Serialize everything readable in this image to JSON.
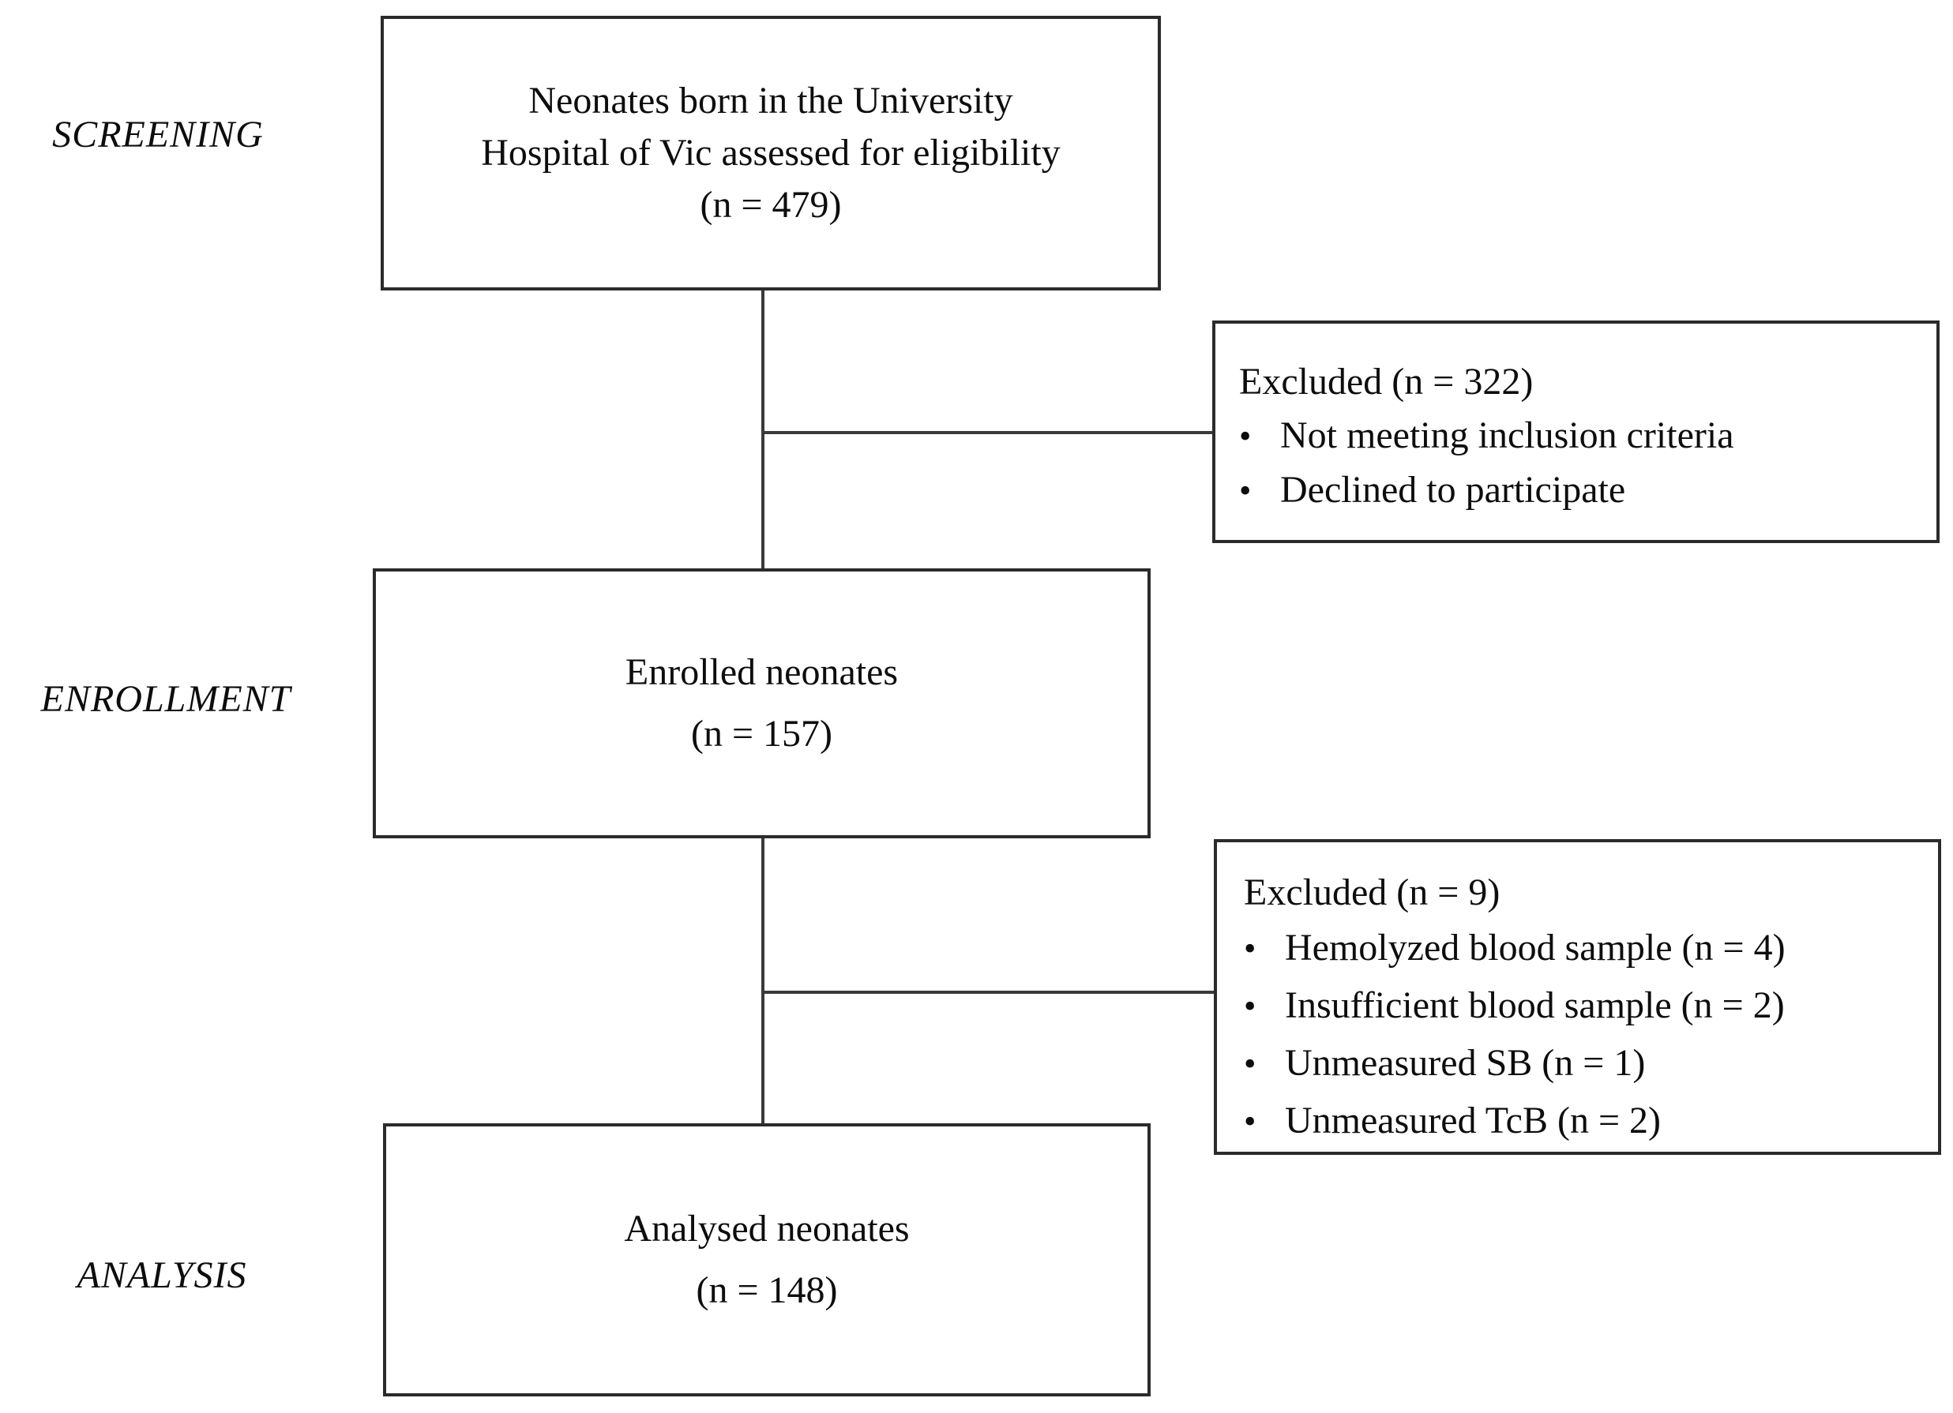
{
  "stage_labels": {
    "screening": "SCREENING",
    "enrollment": "ENROLLMENT",
    "analysis": "ANALYSIS"
  },
  "boxes": {
    "screening": {
      "lines": [
        "Neonates born in the University",
        "Hospital of Vic assessed for eligibility",
        "(n = 479)"
      ]
    },
    "excluded_screening": {
      "title": "Excluded (n = 322)",
      "items": [
        "Not meeting inclusion criteria",
        "Declined to participate"
      ]
    },
    "enrollment": {
      "lines": [
        "Enrolled neonates",
        "(n = 157)"
      ]
    },
    "excluded_enrollment": {
      "title": "Excluded (n = 9)",
      "items": [
        "Hemolyzed blood sample (n = 4)",
        "Insufficient blood sample (n = 2)",
        "Unmeasured SB (n = 1)",
        "Unmeasured TcB (n = 2)"
      ]
    },
    "analysis": {
      "lines": [
        "Analysed neonates",
        "(n = 148)"
      ]
    }
  },
  "glyphs": {
    "bullet": "•"
  },
  "colors": {
    "background": "#ffffff",
    "border": "#2b2b2b",
    "connector_line": "#3a3a3a",
    "text": "#0d0d0d"
  }
}
